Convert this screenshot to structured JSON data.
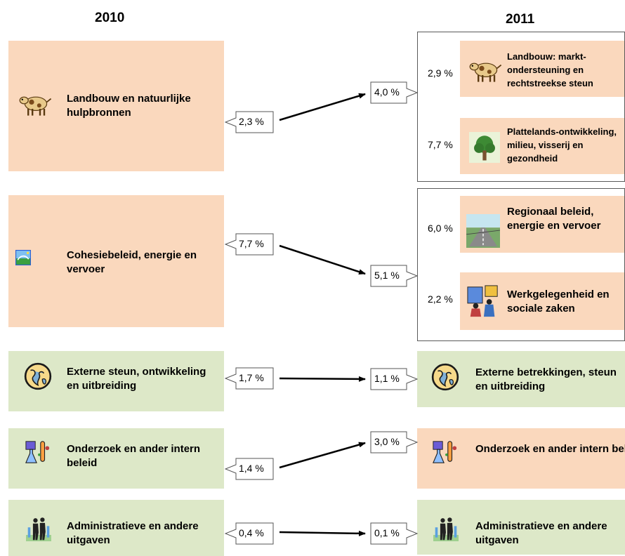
{
  "years": {
    "left": "2010",
    "right": "2011"
  },
  "left": [
    {
      "label": "Landbouw en natuurlijke hulpbronnen",
      "icon": "cow-icon",
      "pct": "2,3 %"
    },
    {
      "label": "Cohesiebeleid, energie en vervoer",
      "icon": "landscape-icon",
      "pct": "7,7 %"
    },
    {
      "label": "Externe steun, ontwikkeling en uitbreiding",
      "icon": "globe-icon",
      "pct": "1,7 %"
    },
    {
      "label": "Onderzoek en ander intern beleid",
      "icon": "lab-icon",
      "pct": "1,4 %"
    },
    {
      "label": "Administratieve en andere uitgaven",
      "icon": "people-icon",
      "pct": "0,4 %"
    }
  ],
  "right": [
    {
      "label": "Externe betrekkingen, steun en uitbreiding",
      "icon": "globe-icon",
      "pct": "1,1 %"
    },
    {
      "label": "Onderzoek en ander intern beleid",
      "icon": "lab-icon",
      "pct": "3,0 %"
    },
    {
      "label": "Administratieve en andere uitgaven",
      "icon": "people-icon",
      "pct": "0,1 %"
    }
  ],
  "group1": {
    "pct": "4,0 %",
    "items": [
      {
        "label": "Landbouw: markt-ondersteuning en rechtstreekse steun",
        "icon": "cow-icon",
        "pct": "2,9 %"
      },
      {
        "label": "Plattelands-ontwikkeling, milieu, visserij en gezondheid",
        "icon": "tree-icon",
        "pct": "7,7 %"
      }
    ]
  },
  "group2": {
    "pct": "5,1 %",
    "items": [
      {
        "label": "Regionaal beleid, energie en vervoer",
        "icon": "road-icon",
        "pct": "6,0 %"
      },
      {
        "label": "Werkgelegenheid en sociale zaken",
        "icon": "workers-icon",
        "pct": "2,2 %"
      }
    ]
  }
}
